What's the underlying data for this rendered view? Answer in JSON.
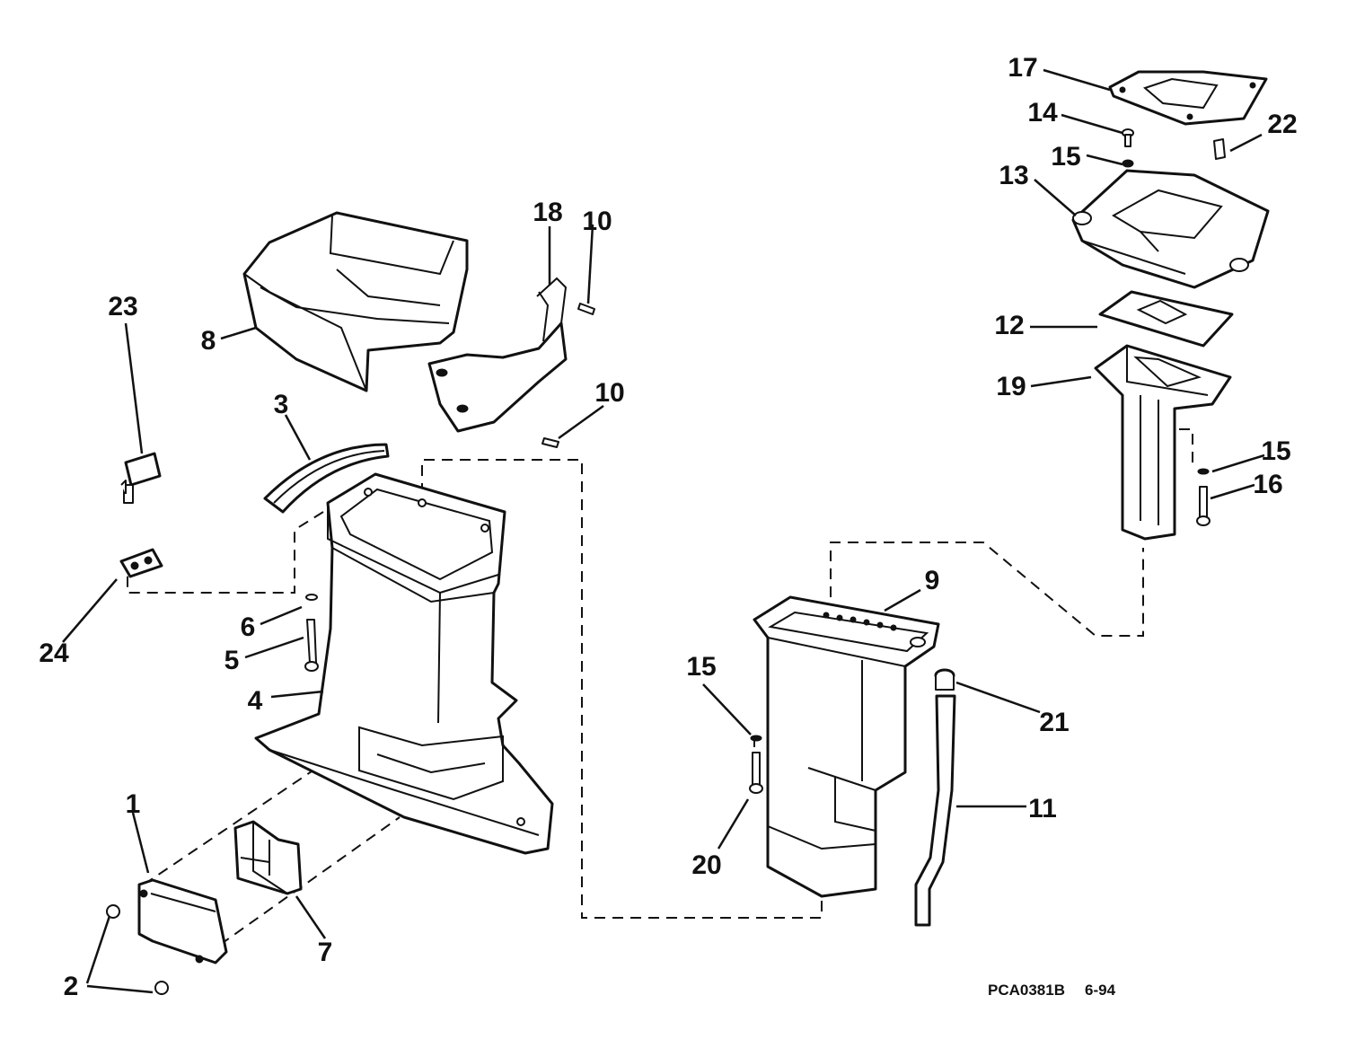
{
  "callouts": [
    "1",
    "2",
    "3",
    "4",
    "5",
    "6",
    "7",
    "8",
    "9",
    "10",
    "10",
    "11",
    "12",
    "13",
    "14",
    "15",
    "15",
    "15",
    "16",
    "17",
    "18",
    "19",
    "20",
    "21",
    "22",
    "23",
    "24"
  ],
  "footer": {
    "code": "PCA0381B",
    "date": "6-94"
  }
}
